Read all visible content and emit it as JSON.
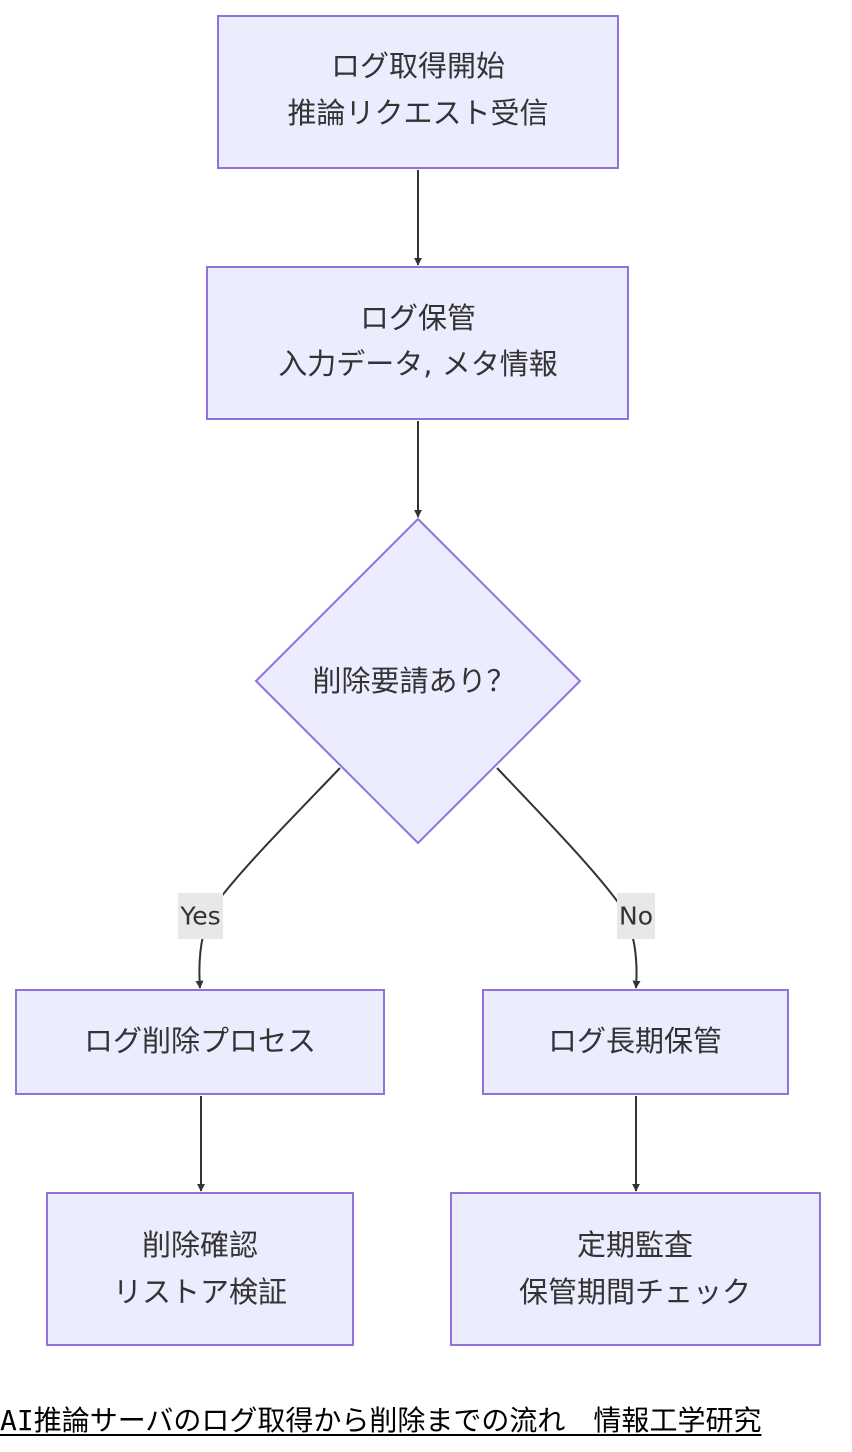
{
  "colors": {
    "node_fill": "#ECECFF",
    "node_stroke": "#9370DB",
    "edge": "#333333",
    "text": "#333333",
    "edge_label_bg": "#E8E8E8"
  },
  "nodes": {
    "log_start": {
      "lines": [
        "ログ取得開始",
        "推論リクエスト受信"
      ]
    },
    "log_store": {
      "lines": [
        "ログ保管",
        "入力データ, メタ情報"
      ]
    },
    "decision": {
      "lines": [
        "削除要請あり？"
      ]
    },
    "delete_process": {
      "lines": [
        "ログ削除プロセス"
      ]
    },
    "long_store": {
      "lines": [
        "ログ長期保管"
      ]
    },
    "delete_confirm": {
      "lines": [
        "削除確認",
        "リストア検証"
      ]
    },
    "audit": {
      "lines": [
        "定期監査",
        "保管期間チェック"
      ]
    }
  },
  "edge_labels": {
    "yes": "Yes",
    "no": "No"
  },
  "caption": "AI推論サーバのログ取得から削除までの流れ　情報工学研究"
}
